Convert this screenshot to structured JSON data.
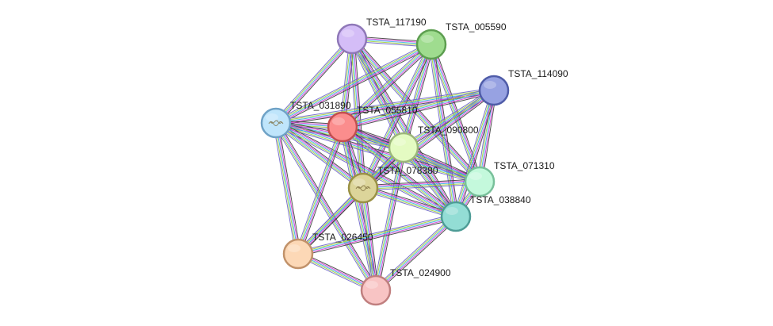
{
  "network": {
    "nodes": [
      {
        "id": "TSTA_117190",
        "label": "TSTA_117190",
        "fill": "#d4bdf7",
        "stroke": "#8f78b8"
      },
      {
        "id": "TSTA_005590",
        "label": "TSTA_005590",
        "fill": "#9fdc8f",
        "stroke": "#5d9e50"
      },
      {
        "id": "TSTA_114090",
        "label": "TSTA_114090",
        "fill": "#97a2e2",
        "stroke": "#4f5ca8"
      },
      {
        "id": "TSTA_031890",
        "label": "TSTA_031890",
        "fill": "#bfe5fb",
        "stroke": "#6fa2c6",
        "icon": "protein-structure-icon"
      },
      {
        "id": "TSTA_055810",
        "label": "TSTA_055810",
        "fill": "#fb8d8d",
        "stroke": "#c24f4f"
      },
      {
        "id": "TSTA_090800",
        "label": "TSTA_090800",
        "fill": "#e4fbc2",
        "stroke": "#9cb67a"
      },
      {
        "id": "TSTA_078380",
        "label": "TSTA_078380",
        "fill": "#dcd59a",
        "stroke": "#9a9145",
        "icon": "protein-structure-icon"
      },
      {
        "id": "TSTA_071310",
        "label": "TSTA_071310",
        "fill": "#c4f9dc",
        "stroke": "#78c09a"
      },
      {
        "id": "TSTA_038840",
        "label": "TSTA_038840",
        "fill": "#93ddd5",
        "stroke": "#4e9c96"
      },
      {
        "id": "TSTA_026450",
        "label": "TSTA_026450",
        "fill": "#fcd8b6",
        "stroke": "#c1926a"
      },
      {
        "id": "TSTA_024900",
        "label": "TSTA_024900",
        "fill": "#f8c4c4",
        "stroke": "#c07f7f"
      }
    ],
    "edges": [
      [
        "TSTA_117190",
        "TSTA_005590"
      ],
      [
        "TSTA_117190",
        "TSTA_031890"
      ],
      [
        "TSTA_117190",
        "TSTA_055810"
      ],
      [
        "TSTA_117190",
        "TSTA_090800"
      ],
      [
        "TSTA_117190",
        "TSTA_078380"
      ],
      [
        "TSTA_117190",
        "TSTA_071310"
      ],
      [
        "TSTA_117190",
        "TSTA_038840"
      ],
      [
        "TSTA_005590",
        "TSTA_031890"
      ],
      [
        "TSTA_005590",
        "TSTA_055810"
      ],
      [
        "TSTA_005590",
        "TSTA_090800"
      ],
      [
        "TSTA_005590",
        "TSTA_078380"
      ],
      [
        "TSTA_005590",
        "TSTA_071310"
      ],
      [
        "TSTA_005590",
        "TSTA_038840"
      ],
      [
        "TSTA_114090",
        "TSTA_031890"
      ],
      [
        "TSTA_114090",
        "TSTA_055810"
      ],
      [
        "TSTA_114090",
        "TSTA_090800"
      ],
      [
        "TSTA_114090",
        "TSTA_078380"
      ],
      [
        "TSTA_114090",
        "TSTA_071310"
      ],
      [
        "TSTA_114090",
        "TSTA_038840"
      ],
      [
        "TSTA_031890",
        "TSTA_055810"
      ],
      [
        "TSTA_031890",
        "TSTA_090800"
      ],
      [
        "TSTA_031890",
        "TSTA_078380"
      ],
      [
        "TSTA_031890",
        "TSTA_071310"
      ],
      [
        "TSTA_031890",
        "TSTA_038840"
      ],
      [
        "TSTA_031890",
        "TSTA_026450"
      ],
      [
        "TSTA_031890",
        "TSTA_024900"
      ],
      [
        "TSTA_055810",
        "TSTA_090800"
      ],
      [
        "TSTA_055810",
        "TSTA_078380"
      ],
      [
        "TSTA_055810",
        "TSTA_071310"
      ],
      [
        "TSTA_055810",
        "TSTA_038840"
      ],
      [
        "TSTA_055810",
        "TSTA_026450"
      ],
      [
        "TSTA_055810",
        "TSTA_024900"
      ],
      [
        "TSTA_090800",
        "TSTA_078380"
      ],
      [
        "TSTA_090800",
        "TSTA_071310"
      ],
      [
        "TSTA_090800",
        "TSTA_038840"
      ],
      [
        "TSTA_090800",
        "TSTA_026450"
      ],
      [
        "TSTA_090800",
        "TSTA_024900"
      ],
      [
        "TSTA_078380",
        "TSTA_071310"
      ],
      [
        "TSTA_078380",
        "TSTA_038840"
      ],
      [
        "TSTA_078380",
        "TSTA_026450"
      ],
      [
        "TSTA_078380",
        "TSTA_024900"
      ],
      [
        "TSTA_071310",
        "TSTA_038840"
      ],
      [
        "TSTA_038840",
        "TSTA_026450"
      ],
      [
        "TSTA_038840",
        "TSTA_024900"
      ],
      [
        "TSTA_026450",
        "TSTA_024900"
      ]
    ],
    "edge_colors": [
      "#3d3d3d",
      "#d63ad6",
      "#39b3e6",
      "#a5d13b",
      "#6c63c9"
    ]
  }
}
